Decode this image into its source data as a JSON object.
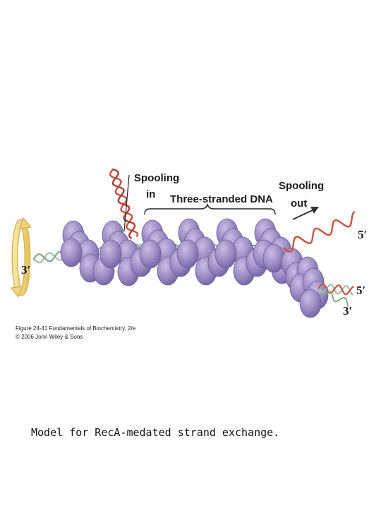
{
  "figure": {
    "labels": {
      "spooling_in": [
        "Spooling",
        "in"
      ],
      "three_stranded": "Three-stranded DNA",
      "spooling_out": [
        "Spooling",
        "out"
      ],
      "end_3_left": "3′",
      "end_5_top_right": "5′",
      "end_5_bottom_right": "5′",
      "end_3_bottom_right": "3′"
    },
    "colors": {
      "protein": "#9b8cc4",
      "protein_dark": "#6f5f9f",
      "dna_red": "#c8523f",
      "dna_green": "#9fc2a4",
      "arrow_yellow": "#f2d98a"
    },
    "credit": [
      "Figure 24-41 Fundamentals of Biochemistry, 2/e",
      "© 2006 John Wiley & Sons"
    ]
  },
  "caption": "Model for RecA-medated strand exchange."
}
